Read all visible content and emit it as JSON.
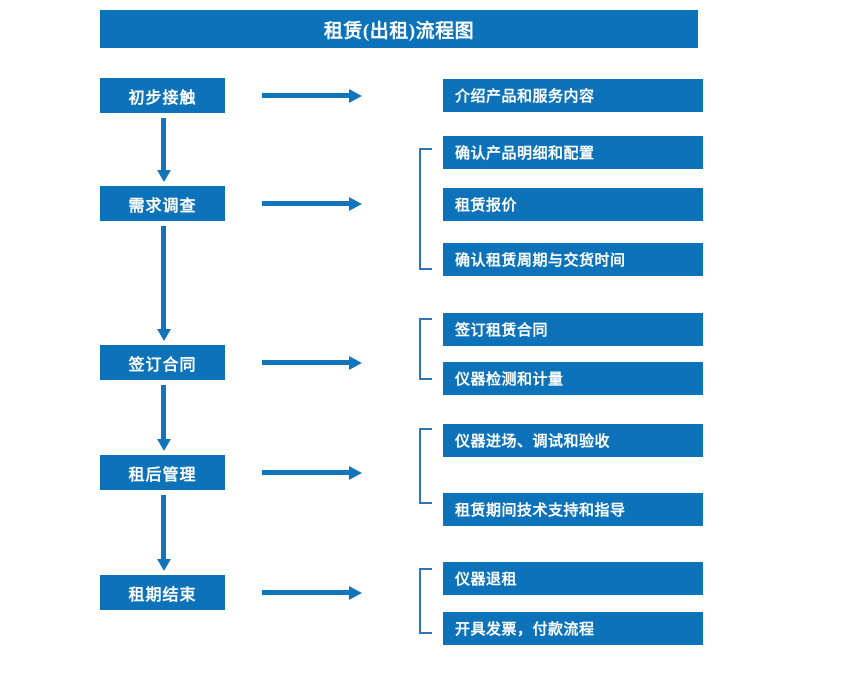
{
  "title": "租赁(出租)流程图",
  "colors": {
    "box_fill": "#0c72ba",
    "box_text": "#ffffff",
    "arrow": "#1275bc",
    "bracket": "#2e75b6",
    "background": "#ffffff"
  },
  "stages": [
    {
      "label": "初步接触"
    },
    {
      "label": "需求调查"
    },
    {
      "label": "签订合同"
    },
    {
      "label": "租后管理"
    },
    {
      "label": "租期结束"
    }
  ],
  "groups": [
    {
      "stage": "初步接触",
      "has_bracket": false,
      "details": [
        {
          "label": "介绍产品和服务内容"
        }
      ]
    },
    {
      "stage": "需求调查",
      "has_bracket": true,
      "details": [
        {
          "label": "确认产品明细和配置"
        },
        {
          "label": "租赁报价"
        },
        {
          "label": "确认租赁周期与交货时间"
        }
      ]
    },
    {
      "stage": "签订合同",
      "has_bracket": true,
      "details": [
        {
          "label": "签订租赁合同"
        },
        {
          "label": "仪器检测和计量"
        }
      ]
    },
    {
      "stage": "租后管理",
      "has_bracket": true,
      "details": [
        {
          "label": "仪器进场、调试和验收"
        },
        {
          "label": "租赁期间技术支持和指导"
        }
      ]
    },
    {
      "stage": "租期结束",
      "has_bracket": true,
      "details": [
        {
          "label": "仪器退租"
        },
        {
          "label": "开具发票，付款流程"
        }
      ]
    }
  ]
}
